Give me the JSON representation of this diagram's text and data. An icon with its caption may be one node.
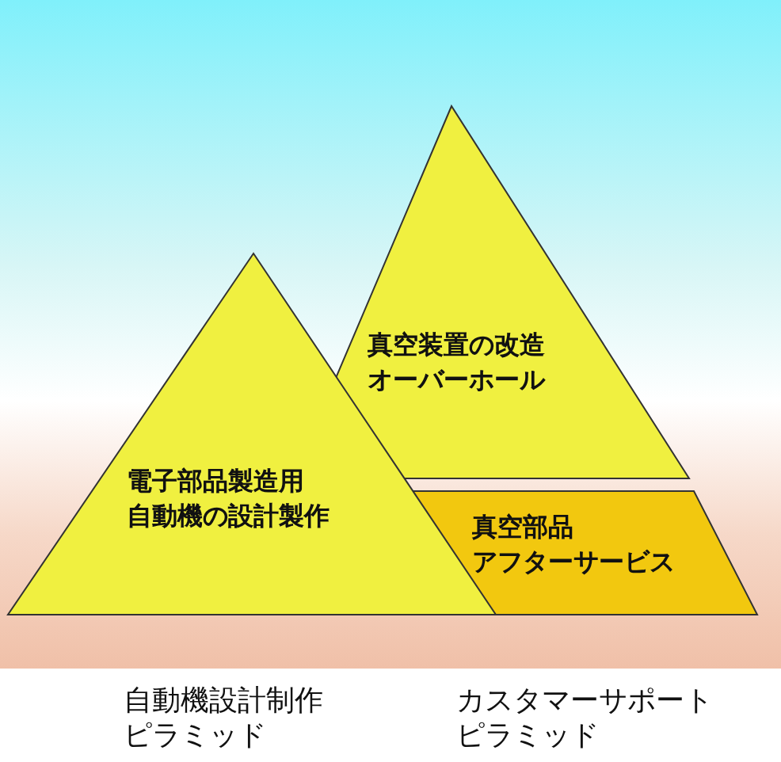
{
  "diagram": {
    "nodes": [
      {
        "text": [
          "電子部品製造用自動機の設計製作"
        ]
      },
      {
        "text": [
          "真空装置の改造オーバーホール"
        ]
      },
      {
        "text": [
          "真空部品アフターサービス"
        ]
      }
    ],
    "labels": [
      "自動機設計制作ピラミッド",
      "カスタマーサポートピラミッド"
    ]
  }
}
